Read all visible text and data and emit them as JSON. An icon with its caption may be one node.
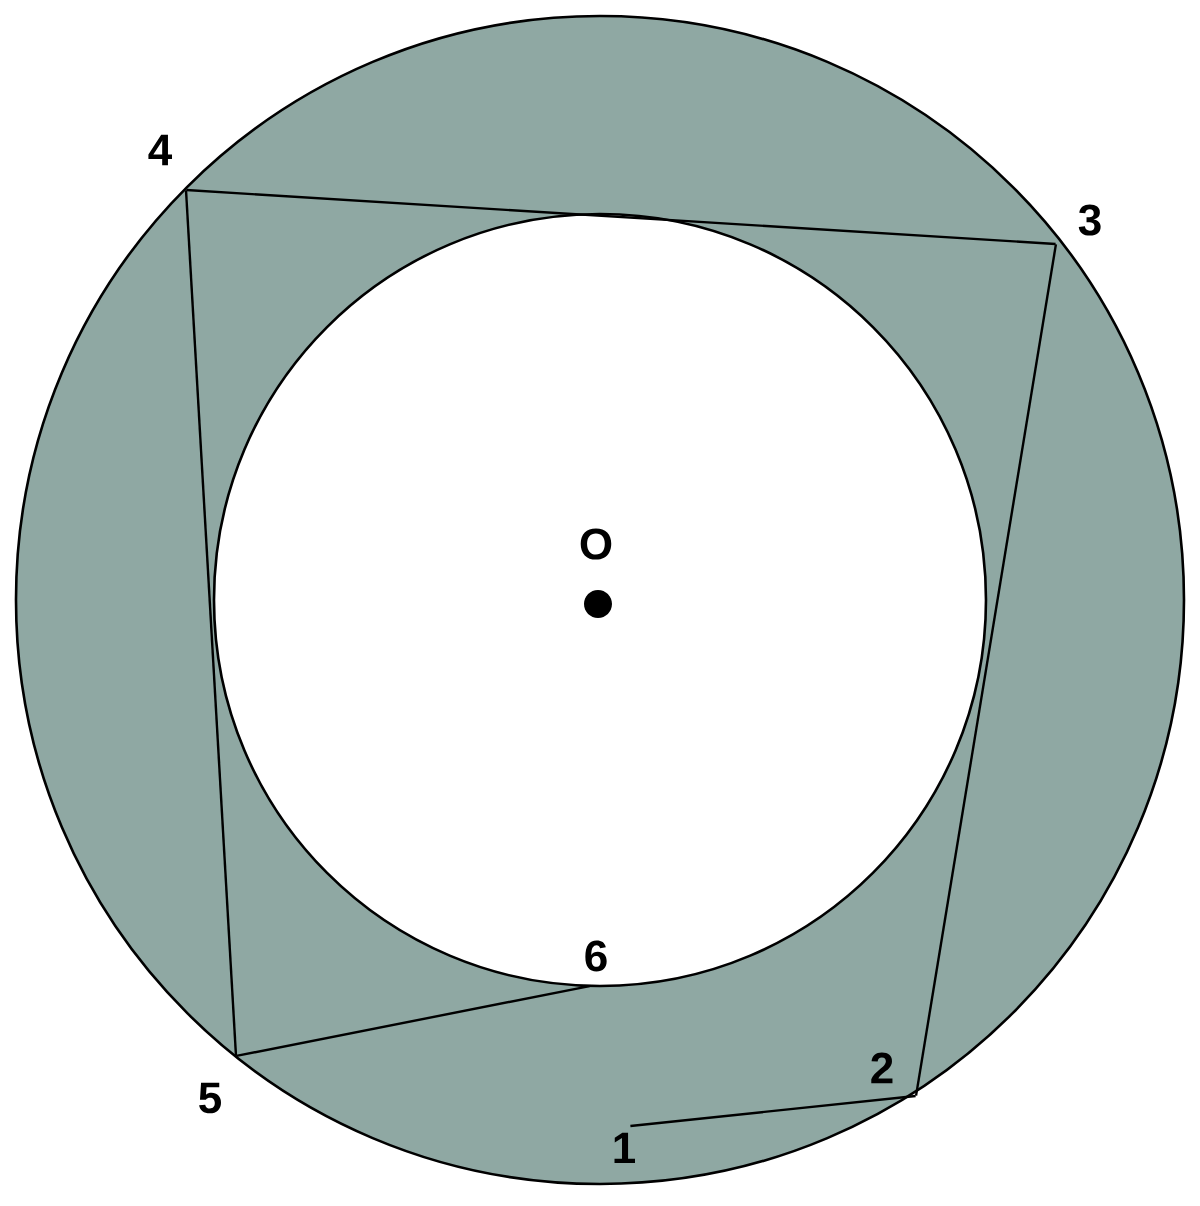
{
  "diagram": {
    "nodes": [
      {
        "text": [
          "1"
        ]
      },
      {
        "text": [
          "2"
        ]
      },
      {
        "text": [
          "3"
        ]
      },
      {
        "text": [
          "4"
        ]
      },
      {
        "text": [
          "5"
        ]
      },
      {
        "text": [
          "6"
        ]
      }
    ],
    "edges": [
      {
        "from": 0,
        "to": 1,
        "arrow": "none"
      },
      {
        "from": 1,
        "to": 2,
        "arrow": "none"
      },
      {
        "from": 2,
        "to": 3,
        "arrow": "none"
      },
      {
        "from": 3,
        "to": 4,
        "arrow": "none"
      },
      {
        "from": 4,
        "to": 5,
        "arrow": "none"
      }
    ],
    "labels": [
      "O"
    ]
  }
}
